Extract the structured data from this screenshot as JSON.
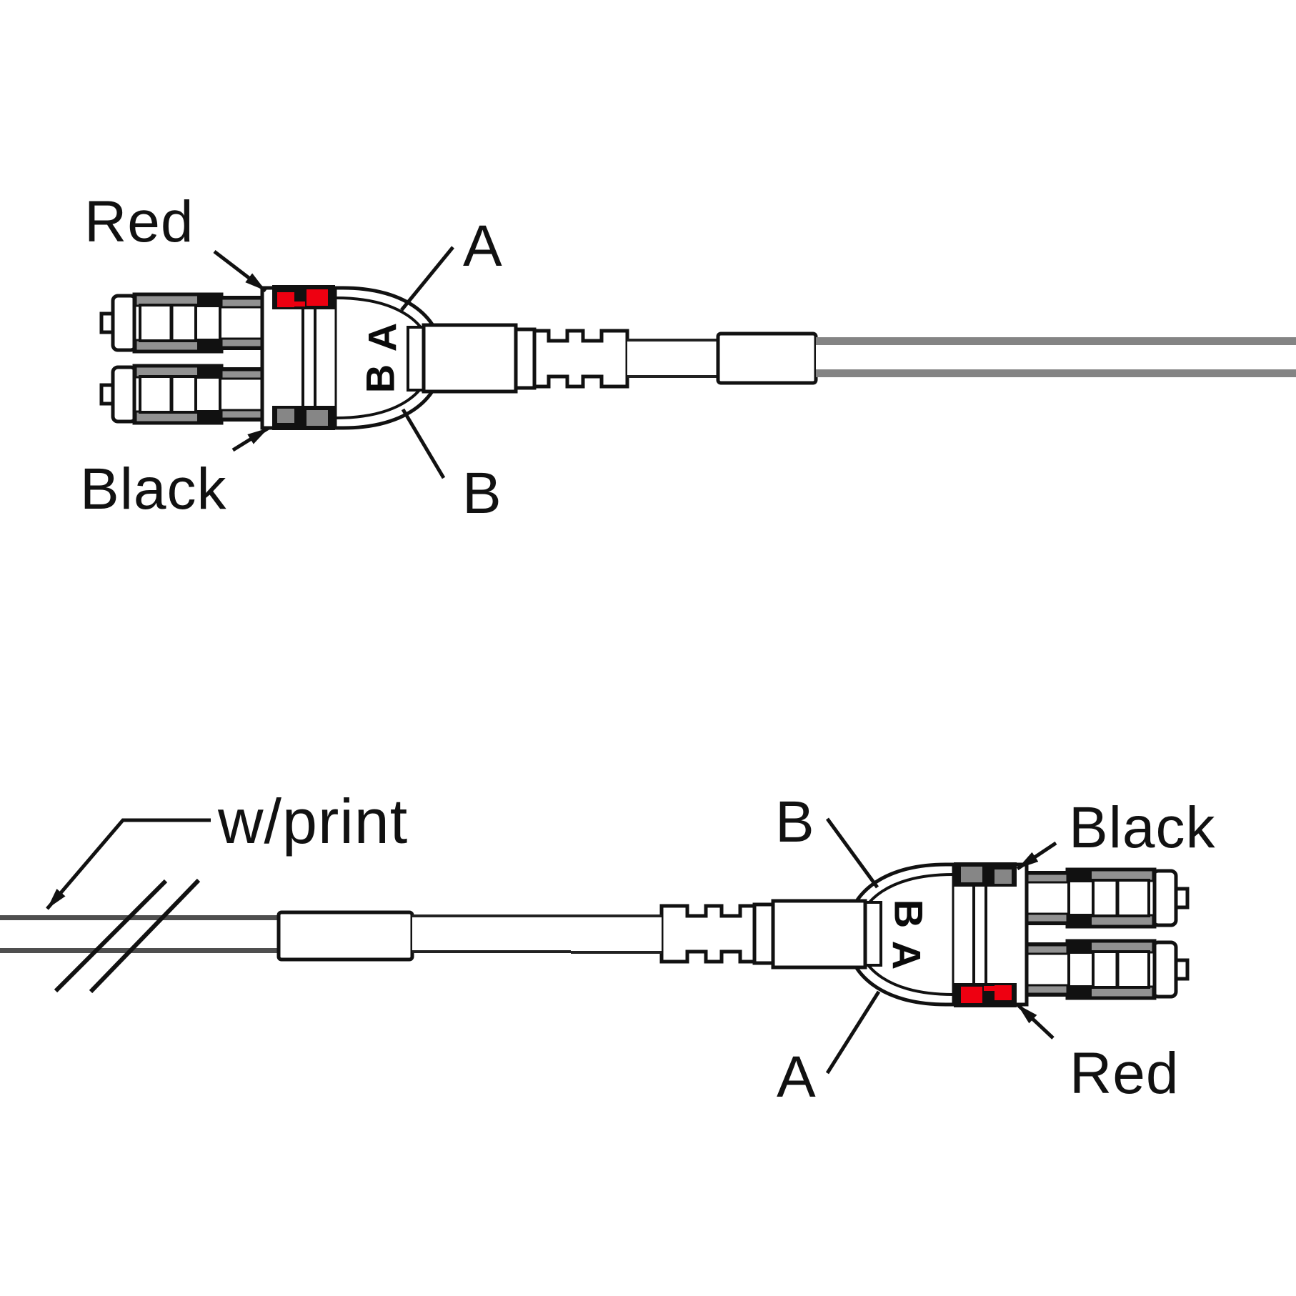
{
  "diagram_title": "duplex-lc-fiber-patch-cable-drawing",
  "top_figure": {
    "labels": {
      "red": "Red",
      "a": "A",
      "black": "Black",
      "b": "B"
    }
  },
  "bottom_figure": {
    "labels": {
      "print": "w/print",
      "b": "B",
      "black": "Black",
      "a": "A",
      "red": "Red"
    }
  },
  "connector_markings": {
    "upper": "A",
    "lower": "B"
  },
  "colors": {
    "line_black": "#111111",
    "accent_red": "#ee0011",
    "latch_gray": "#868686",
    "plug_band_gray": "#919191",
    "cable_gray": "#848484",
    "jacket_edge_gray": "#4f4f4f"
  }
}
